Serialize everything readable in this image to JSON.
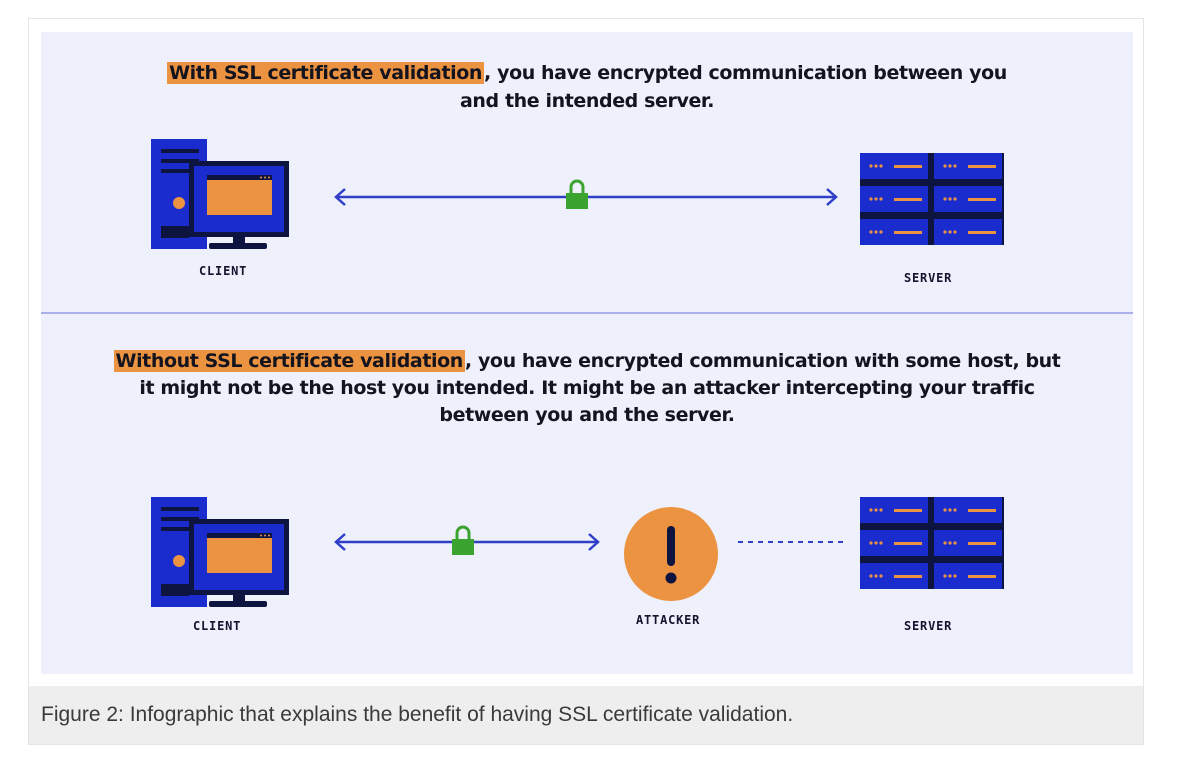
{
  "top_section": {
    "heading_highlight": "With SSL certificate validation",
    "heading_rest_line1": ", you have encrypted communication between you",
    "heading_line2": "and the intended server.",
    "client_label": "CLIENT",
    "server_label": "SERVER"
  },
  "bottom_section": {
    "heading_highlight": "Without SSL certificate validation",
    "heading_rest_line1": ", you have encrypted communication with some host, but",
    "heading_line2": "it might not be the host you intended. It might be an attacker intercepting your traffic",
    "heading_line3": "between you and the server.",
    "client_label": "CLIENT",
    "attacker_label": "ATTACKER",
    "server_label": "SERVER"
  },
  "caption": "Figure 2: Infographic that explains the benefit of having SSL certificate validation.",
  "colors": {
    "panel_background": "#eef0fb",
    "highlight": "#ec9342",
    "device_blue": "#1b2ccf",
    "device_navy": "#0d1440",
    "arrow": "#2f3fc8",
    "lock_green": "#3ba32f",
    "attacker_orange": "#ec9342"
  },
  "icons": {
    "client": "desktop-computer-icon",
    "server": "server-rack-icon",
    "lock": "padlock-icon",
    "attacker": "exclamation-circle-icon"
  }
}
